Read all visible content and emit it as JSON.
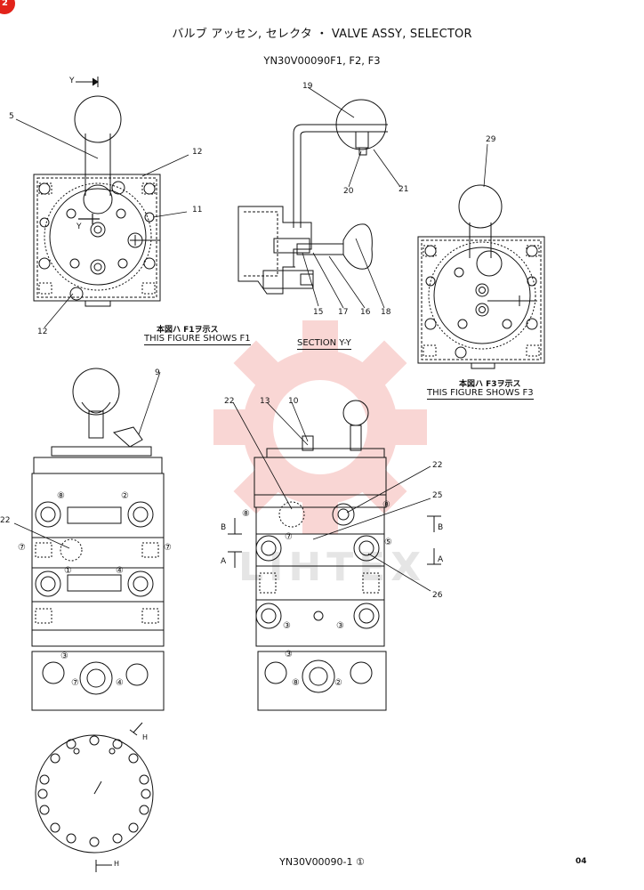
{
  "title": "バルブ アッセン, セレクタ ・ VALVE ASSY, SELECTOR",
  "subtitle": "YN30V00090F1, F2, F3",
  "captions": {
    "f1_jp": "本図ハ F1ヲ示ス",
    "f1_en": "THIS FIGURE SHOWS  F1",
    "section": "SECTION  Y-Y",
    "f3_jp": "本図ハ F3ヲ示ス",
    "f3_en": "THIS FIGURE SHOWS  F3"
  },
  "view_marks": {
    "y": "Y",
    "h": "H",
    "a": "A",
    "b": "B"
  },
  "callouts": {
    "c5": "5",
    "c12a": "12",
    "c11": "11",
    "c12b": "12",
    "c19": "19",
    "c20": "20",
    "c21": "21",
    "c15": "15",
    "c17": "17",
    "c16": "16",
    "c18": "18",
    "c29": "29",
    "c9": "9",
    "c22a": "22",
    "c22b": "22",
    "c13": "13",
    "c10": "10",
    "c22c": "22",
    "c25": "25",
    "c26": "26"
  },
  "ports": {
    "p1": "①",
    "p2": "②",
    "p3": "③",
    "p4": "④",
    "p5": "⑤",
    "p6": "⑥",
    "p7": "⑦",
    "p8": "⑧"
  },
  "footer_code": "YN30V00090-1 ①",
  "page_number": "04",
  "badge": "2",
  "watermark_text": "LIHTEX"
}
